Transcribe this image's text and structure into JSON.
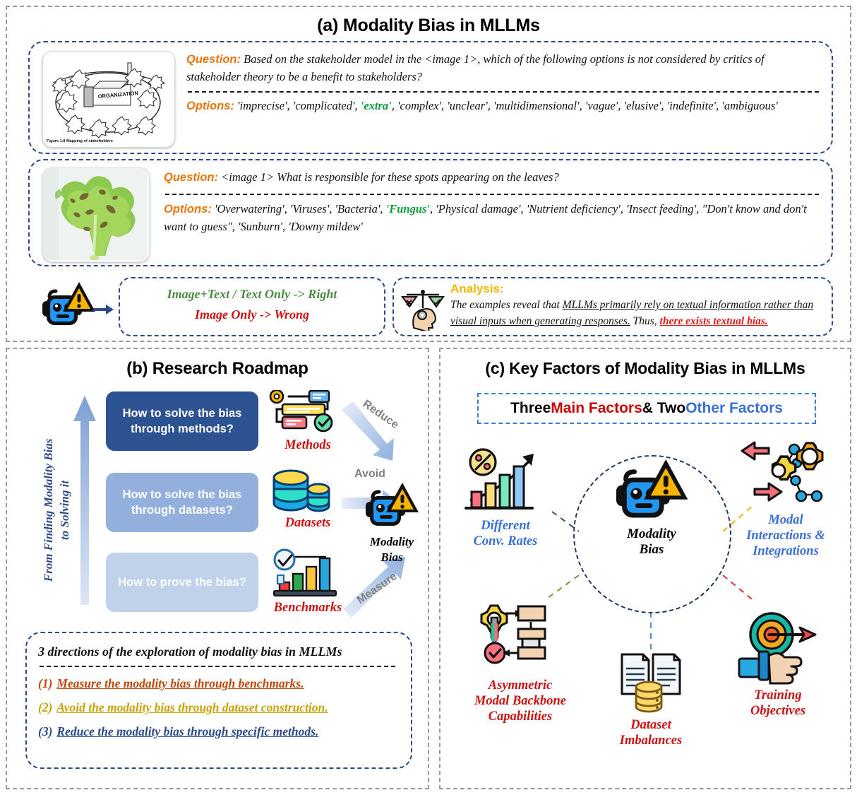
{
  "panel_a": {
    "title": "(a) Modality Bias in MLLMs",
    "examples": [
      {
        "image_caption": "Figure 1.8  Mapping of stakeholders",
        "image_label": "ORGANIZATION",
        "question_label": "Question:",
        "question_text": "Based on the stakeholder model in the <image 1>, which of the following options is not considered by critics of stakeholder theory to be a benefit to stakeholders?",
        "options_label": "Options:",
        "options_pre": "'imprecise', 'complicated', ",
        "options_answer": "'extra'",
        "options_post": ", 'complex', 'unclear', 'multidimensional', 'vague', 'elusive', 'indefinite', 'ambiguous'"
      },
      {
        "image_caption": "",
        "image_label": "",
        "question_label": "Question:",
        "question_text": "<image 1> What is responsible for these spots appearing on the leaves?",
        "options_label": "Options:",
        "options_pre": "'Overwatering', 'Viruses', 'Bacteria', ",
        "options_answer": "'Fungus'",
        "options_post": ", 'Physical damage', 'Nutrient deficiency', 'Insect feeding', \"Don't know and don't want to guess\", 'Sunburn', 'Downy mildew'"
      }
    ],
    "verdict": {
      "line1": "Image+Text / Text Only -> Right",
      "line2": "Image Only -> Wrong"
    },
    "analysis": {
      "title": "Analysis:",
      "lead": "The examples reveal that ",
      "underlined": "MLLMs primarily rely on textual information rather than visual inputs when generating responses.",
      "mid": " Thus, ",
      "emphasis": "there exists textual bias."
    }
  },
  "panel_b": {
    "title": "(b) Research Roadmap",
    "axis_label": "From Finding Modality Bias to Solving it",
    "stages": [
      {
        "question": "How to solve the bias through methods?",
        "icon_caption": "Methods",
        "flow_label": "Reduce"
      },
      {
        "question": "How to solve the bias through datasets?",
        "icon_caption": "Datasets",
        "flow_label": "Avoid"
      },
      {
        "question": "How to prove the bias?",
        "icon_caption": "Benchmarks",
        "flow_label": "Measure"
      }
    ],
    "target": {
      "caption_line1": "Modality",
      "caption_line2": "Bias"
    },
    "directions": {
      "heading": "3 directions of the exploration of modality bias in MLLMs",
      "items": [
        {
          "num": "(1)",
          "text": "Measure the modality bias through benchmarks."
        },
        {
          "num": "(2)",
          "text": "Avoid the modality bias through dataset construction."
        },
        {
          "num": "(3)",
          "text": "Reduce the modality bias through specific methods."
        }
      ]
    }
  },
  "panel_c": {
    "title": "(c) Key Factors of Modality Bias in MLLMs",
    "banner": {
      "part1": "Three ",
      "part2": "Main Factors",
      "part3": " & Two ",
      "part4": "Other Factors"
    },
    "center": {
      "caption_line1": "Modality",
      "caption_line2": "Bias"
    },
    "factors": [
      {
        "id": "different-conv-rates",
        "caption": "Different\nConv. Rates",
        "kind": "other",
        "color": "#3a6fd8"
      },
      {
        "id": "modal-interactions-integrations",
        "caption": "Modal\nInteractions &\nIntegrations",
        "kind": "other",
        "color": "#3a6fd8"
      },
      {
        "id": "asymmetric-modal-backbone-capabilities",
        "caption": "Asymmetric\nModal Backbone\nCapabilities",
        "kind": "main",
        "color": "#cc1111"
      },
      {
        "id": "dataset-imbalances",
        "caption": "Dataset\nImbalances",
        "kind": "main",
        "color": "#cc1111"
      },
      {
        "id": "training-objectives",
        "caption": "Training\nObjectives",
        "kind": "main",
        "color": "#cc1111"
      }
    ]
  },
  "colors": {
    "accent_orange": "#E8740C",
    "answer_green": "#0f9d3a",
    "warn_red": "#cc1111",
    "brand_blue": "#2b4a8b",
    "muted_gray": "#9a9a9a"
  }
}
